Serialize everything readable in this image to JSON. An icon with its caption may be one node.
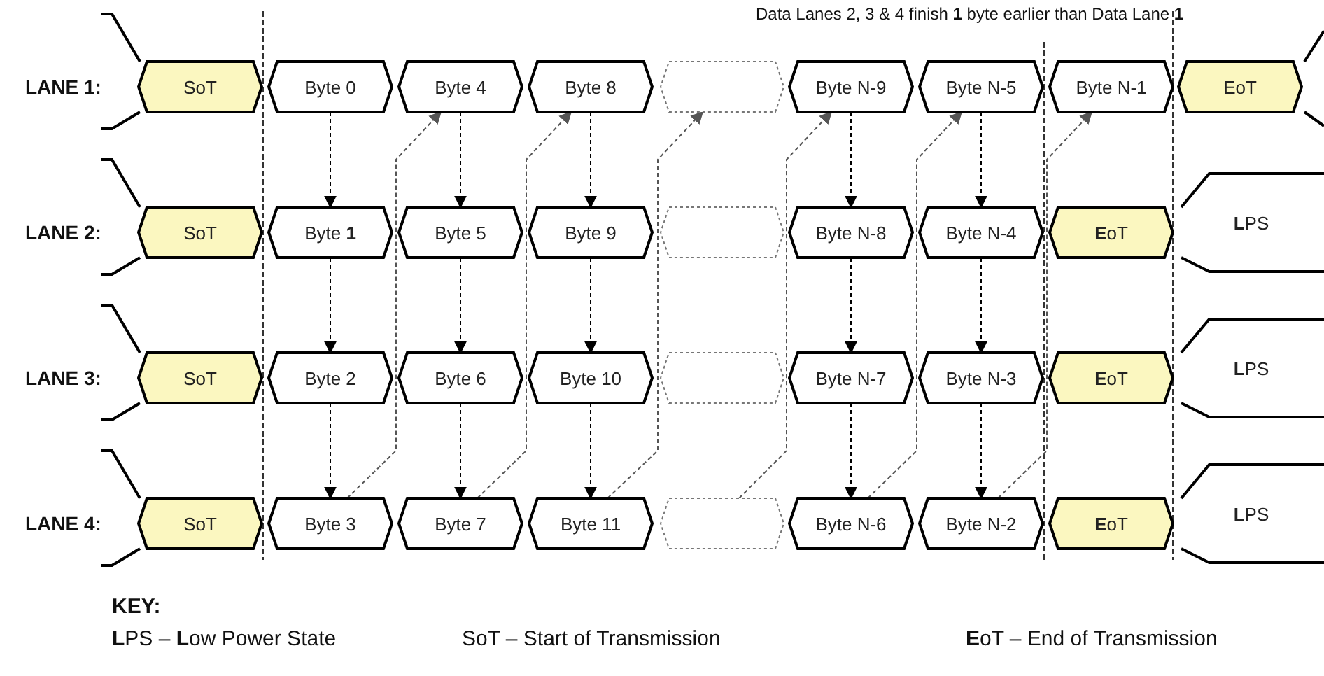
{
  "diagram": {
    "nodes": [
      {
        "text": [
          "SoT"
        ]
      },
      {
        "text": [
          "Byte 0"
        ]
      },
      {
        "text": [
          "Byte 4"
        ]
      },
      {
        "text": [
          "Byte 8"
        ]
      },
      {
        "text": [],
        "shape": "box"
      },
      {
        "text": [
          "Byte N-9"
        ]
      },
      {
        "text": [
          "Byte N-5"
        ]
      },
      {
        "text": [
          "Byte N-1"
        ]
      },
      {
        "text": [
          "EoT"
        ]
      },
      {
        "text": [
          "SoT"
        ]
      },
      {
        "text": [
          "Byte **1**"
        ]
      },
      {
        "text": [
          "Byte 5"
        ]
      },
      {
        "text": [
          "Byte 9"
        ]
      },
      {
        "text": [],
        "shape": "box"
      },
      {
        "text": [
          "Byte N-8"
        ]
      },
      {
        "text": [
          "Byte N-4"
        ]
      },
      {
        "text": [
          "**E**oT"
        ]
      },
      {
        "text": [
          "**L**PS"
        ]
      },
      {
        "text": [
          "SoT"
        ]
      },
      {
        "text": [
          "Byte 2"
        ]
      },
      {
        "text": [
          "Byte 6"
        ]
      },
      {
        "text": [
          "Byte 10"
        ]
      },
      {
        "text": [],
        "shape": "box"
      },
      {
        "text": [
          "Byte N-7"
        ]
      },
      {
        "text": [
          "Byte N-3"
        ]
      },
      {
        "text": [
          "**E**oT"
        ]
      },
      {
        "text": [
          "**L**PS"
        ]
      },
      {
        "text": [
          "SoT"
        ]
      },
      {
        "text": [
          "Byte 3"
        ]
      },
      {
        "text": [
          "Byte 7"
        ]
      },
      {
        "text": [
          "Byte 11"
        ]
      },
      {
        "text": [],
        "shape": "box"
      },
      {
        "text": [
          "Byte N-6"
        ]
      },
      {
        "text": [
          "Byte N-2"
        ]
      },
      {
        "text": [
          "**E**oT"
        ]
      },
      {
        "text": [
          "**L**PS"
        ]
      }
    ],
    "edges": [
      {
        "from": 1,
        "to": 10,
        "arrow": "to",
        "style": "dashed"
      },
      {
        "from": 10,
        "to": 19,
        "arrow": "to",
        "style": "dashed"
      },
      {
        "from": 19,
        "to": 28,
        "arrow": "to",
        "style": "dashed"
      },
      {
        "from": 28,
        "to": 2,
        "arrow": "to",
        "style": "dashed",
        "color": "#555555"
      },
      {
        "from": 2,
        "to": 11,
        "arrow": "to",
        "style": "dashed"
      },
      {
        "from": 11,
        "to": 20,
        "arrow": "to",
        "style": "dashed"
      },
      {
        "from": 20,
        "to": 29,
        "arrow": "to",
        "style": "dashed"
      },
      {
        "from": 29,
        "to": 3,
        "arrow": "to",
        "style": "dashed",
        "color": "#555555"
      },
      {
        "from": 3,
        "to": 12,
        "arrow": "to",
        "style": "dashed"
      },
      {
        "from": 12,
        "to": 21,
        "arrow": "to",
        "style": "dashed"
      },
      {
        "from": 21,
        "to": 30,
        "arrow": "to",
        "style": "dashed"
      },
      {
        "from": 30,
        "to": 4,
        "arrow": "to",
        "style": "dashed",
        "color": "#555555"
      },
      {
        "from": 31,
        "to": 5,
        "arrow": "to",
        "style": "dashed",
        "color": "#555555"
      },
      {
        "from": 5,
        "to": 14,
        "arrow": "to",
        "style": "dashed"
      },
      {
        "from": 14,
        "to": 23,
        "arrow": "to",
        "style": "dashed"
      },
      {
        "from": 23,
        "to": 32,
        "arrow": "to",
        "style": "dashed"
      },
      {
        "from": 32,
        "to": 6,
        "arrow": "to",
        "style": "dashed",
        "color": "#555555"
      },
      {
        "from": 6,
        "to": 15,
        "arrow": "to",
        "style": "dashed"
      },
      {
        "from": 15,
        "to": 24,
        "arrow": "to",
        "style": "dashed"
      },
      {
        "from": 24,
        "to": 33,
        "arrow": "to",
        "style": "dashed"
      },
      {
        "from": 33,
        "to": 7,
        "arrow": "to",
        "style": "dashed",
        "color": "#555555"
      }
    ],
    "labels": [
      "Data Lanes 2, 3 & 4  finish **1** byte earlier than Data Lane **1**",
      "LANE 1:",
      "LANE 2:",
      "LANE 3:",
      "LANE 4:",
      "KEY:",
      "**L**PS – **L**ow Power State",
      "SoT – Start of Transmission",
      "**E**oT – End of Transmission"
    ]
  }
}
